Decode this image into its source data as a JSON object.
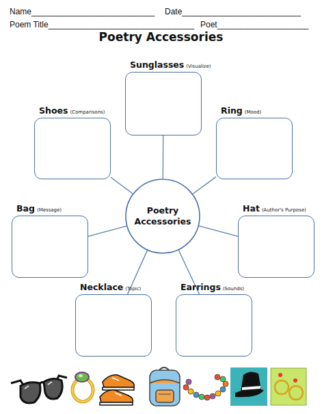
{
  "diagram": {
    "title": "Poetry Accessories",
    "nodes": [
      {
        "text": [
          "Sunglasses",
          "(Visualize)"
        ]
      },
      {
        "text": [
          "Shoes",
          "(Comparisons)"
        ]
      },
      {
        "text": [
          "Ring",
          "(Mood)"
        ]
      },
      {
        "text": [
          "Bag",
          "(Message)"
        ]
      },
      {
        "text": [
          "Poetry Accessories"
        ]
      },
      {
        "text": [
          "Hat",
          "(Author's Purpose)"
        ]
      },
      {
        "text": [
          "Necklace",
          "(Topic)"
        ]
      },
      {
        "text": [
          "Earrings",
          "(Sounds)"
        ]
      }
    ],
    "edges": [
      {
        "from": 4,
        "to": 0,
        "arrow": "none"
      },
      {
        "from": 4,
        "to": 1,
        "arrow": "none"
      },
      {
        "from": 4,
        "to": 2,
        "arrow": "none"
      },
      {
        "from": 4,
        "to": 3,
        "arrow": "none"
      },
      {
        "from": 4,
        "to": 5,
        "arrow": "none"
      },
      {
        "from": 4,
        "to": 6,
        "arrow": "none"
      },
      {
        "from": 4,
        "to": 7,
        "arrow": "none"
      }
    ],
    "labels": [
      "Name___________________________",
      "Date__________________________",
      "Poem Title________________________________",
      "Poet____________________"
    ]
  }
}
